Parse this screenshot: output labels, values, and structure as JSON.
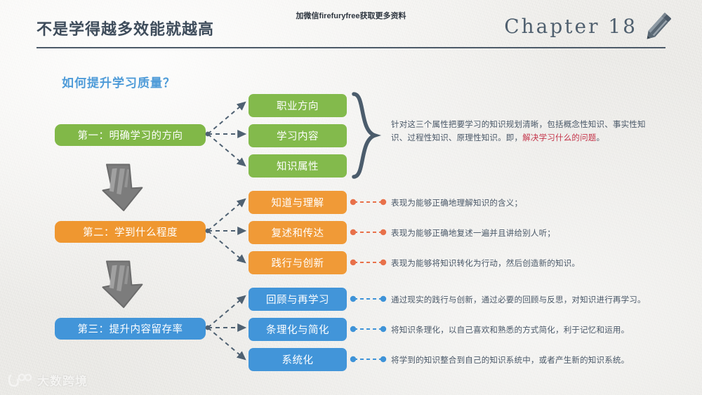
{
  "header": {
    "title": "不是学得越多效能就越高",
    "watermark": "加微信firefuryfree获取更多资料",
    "chapter": "Chapter 18",
    "pencil_icon": "pencil-icon"
  },
  "subtitle": "如何提升学习质量？",
  "colors": {
    "green": "#81b848",
    "green_sub": "#83ba4c",
    "orange": "#ef9730",
    "orange_sub": "#f09a37",
    "blue": "#4295d9",
    "blue_sub": "#4295d9",
    "connector_slate": "#4f6172",
    "connector_orange": "#e8714a",
    "connector_blue": "#3e93d8",
    "title_text": "#3e4c5b",
    "subtitle_text": "#4e9bd8",
    "body_text": "#4a5868",
    "highlight_red": "#c4344a",
    "arrow_gray": "#7a7a7a",
    "rule": "#4c5a68"
  },
  "sections": [
    {
      "id": "direction",
      "main_label": "第一：明确学习的方向",
      "sub_items": [
        "职业方向",
        "学习内容",
        "知识属性"
      ],
      "group_description_prefix": "针对这三个属性把要学习的知识规划清晰，包括概念性知识、事实性知识、过程性知识、原理性知识。即，",
      "group_description_highlight": "解决学习什么的问题",
      "group_description_suffix": "。",
      "connector": "brace"
    },
    {
      "id": "degree",
      "main_label": "第二：学到什么程度",
      "sub_items": [
        "知道与理解",
        "复述和传达",
        "践行与创新"
      ],
      "descriptions": [
        "表现为能够正确地理解知识的含义；",
        "表现为能够正确地复述一遍并且讲给别人听；",
        "表现为能够将知识转化为行动，然后创造新的知识。"
      ],
      "connector": "dot-dash"
    },
    {
      "id": "retention",
      "main_label": "第三：提升内容留存率",
      "sub_items": [
        "回顾与再学习",
        "条理化与简化",
        "系统化"
      ],
      "descriptions": [
        "通过现实的践行与创新，通过必要的回顾与反思，对知识进行再学习。",
        "将知识条理化，以自己喜欢和熟悉的方式简化，利于记忆和运用。",
        "将学到的知识整合到自己的知识系统中，或者产生新的知识系统。"
      ],
      "connector": "dot-dash"
    }
  ],
  "flow_arrows": [
    {
      "name": "down-arrow-1"
    },
    {
      "name": "down-arrow-2"
    }
  ],
  "footer": {
    "logo_text": "大数跨境",
    "logo_icon": "brand-mark-icon"
  }
}
